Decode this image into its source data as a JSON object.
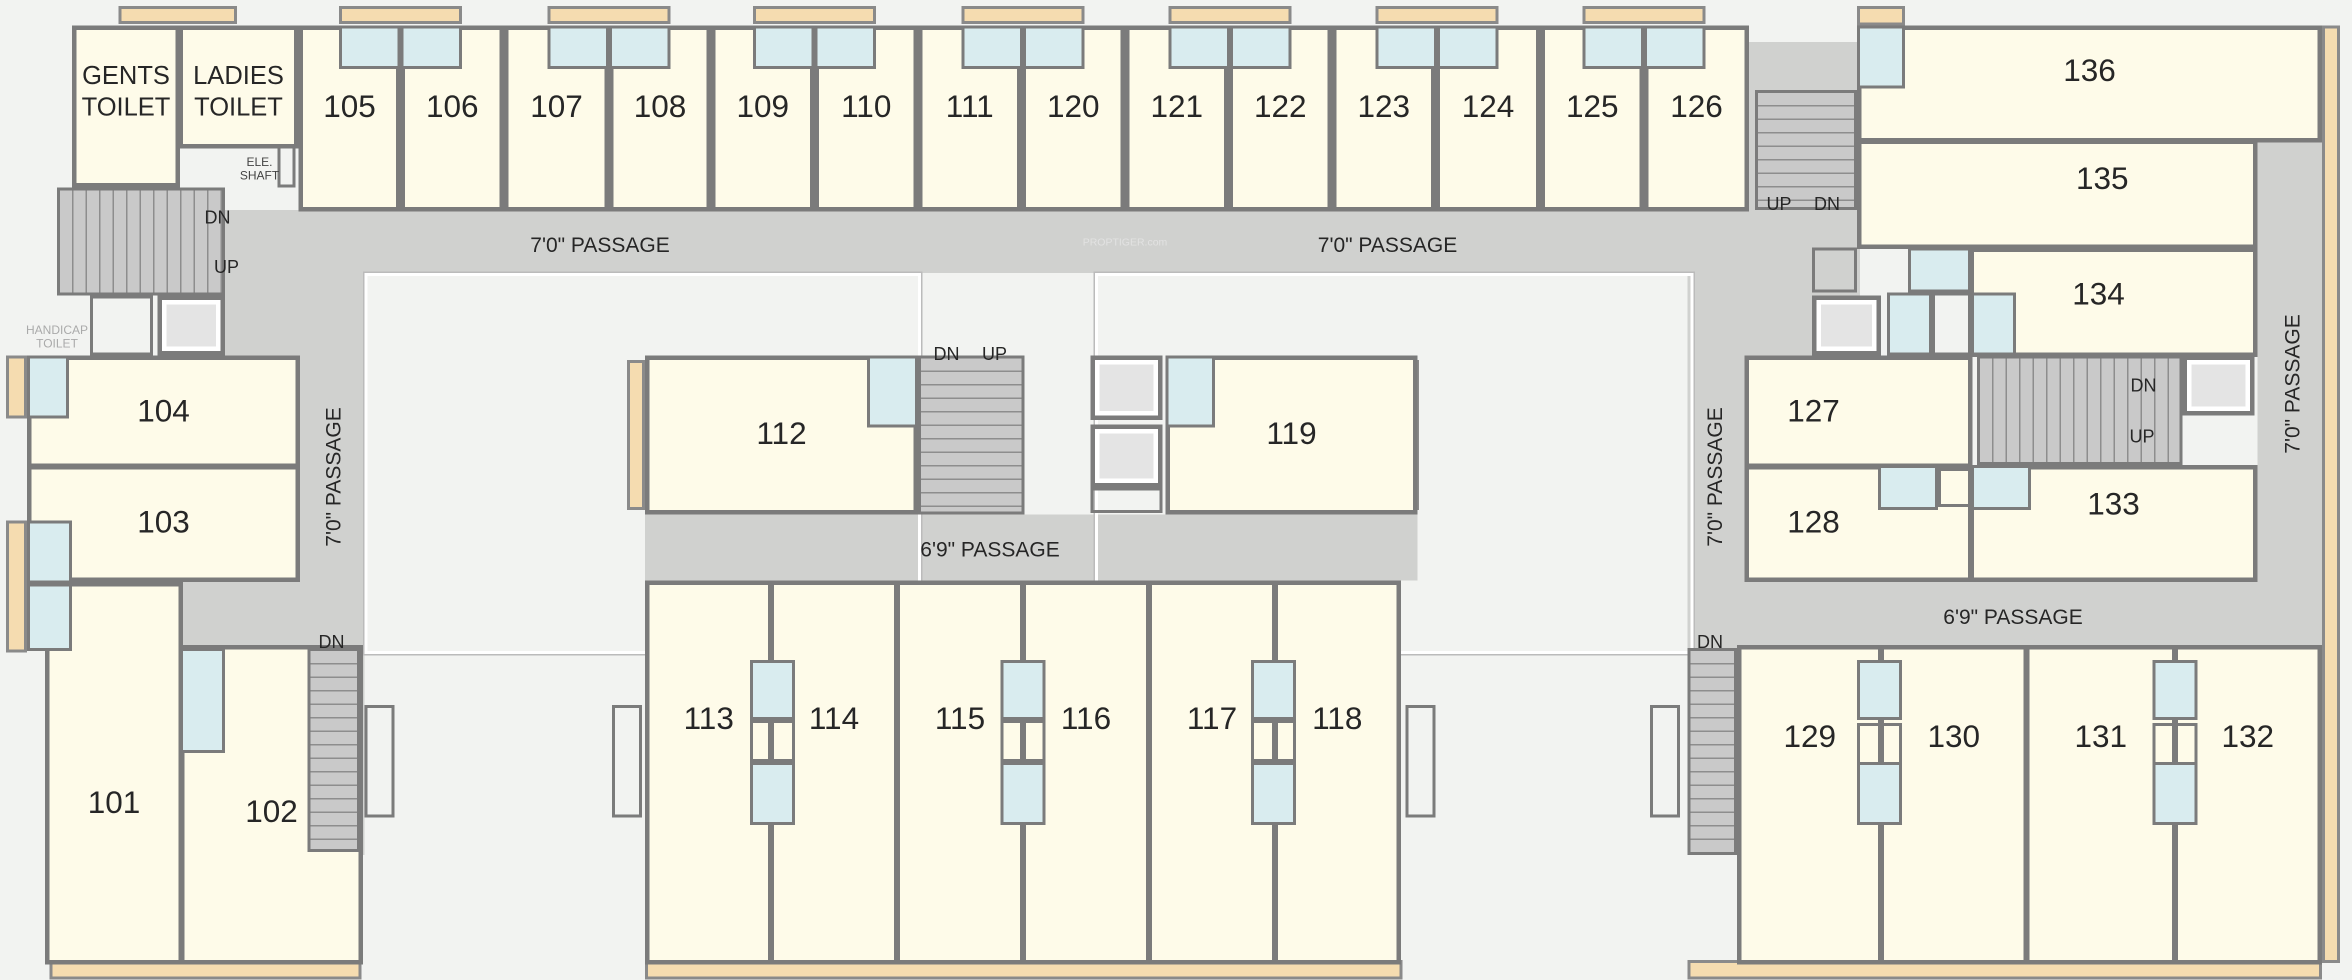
{
  "watermark": "PROPTIGER.com",
  "amenities": {
    "gents_toilet": [
      "GENTS",
      "TOILET"
    ],
    "ladies_toilet": [
      "LADIES",
      "TOILET"
    ],
    "ele_shaft": [
      "ELE.",
      "SHAFT"
    ],
    "handicap_toilet": [
      "HANDICAP",
      "TOILET"
    ]
  },
  "units": {
    "u101": "101",
    "u102": "102",
    "u103": "103",
    "u104": "104",
    "u105": "105",
    "u106": "106",
    "u107": "107",
    "u108": "108",
    "u109": "109",
    "u110": "110",
    "u111": "111",
    "u112": "112",
    "u113": "113",
    "u114": "114",
    "u115": "115",
    "u116": "116",
    "u117": "117",
    "u118": "118",
    "u119": "119",
    "u120": "120",
    "u121": "121",
    "u122": "122",
    "u123": "123",
    "u124": "124",
    "u125": "125",
    "u126": "126",
    "u127": "127",
    "u128": "128",
    "u129": "129",
    "u130": "130",
    "u131": "131",
    "u132": "132",
    "u133": "133",
    "u134": "134",
    "u135": "135",
    "u136": "136"
  },
  "passages": {
    "top_left": "7'0\" PASSAGE",
    "top_right": "7'0\" PASSAGE",
    "left_vertical": "7'0\" PASSAGE",
    "center_vertical_right": "7'0\" PASSAGE",
    "far_right_vertical": "7'0\" PASSAGE",
    "center": "6'9\" PASSAGE",
    "right": "6'9\" PASSAGE"
  },
  "stairs": {
    "up": "UP",
    "dn": "DN"
  }
}
